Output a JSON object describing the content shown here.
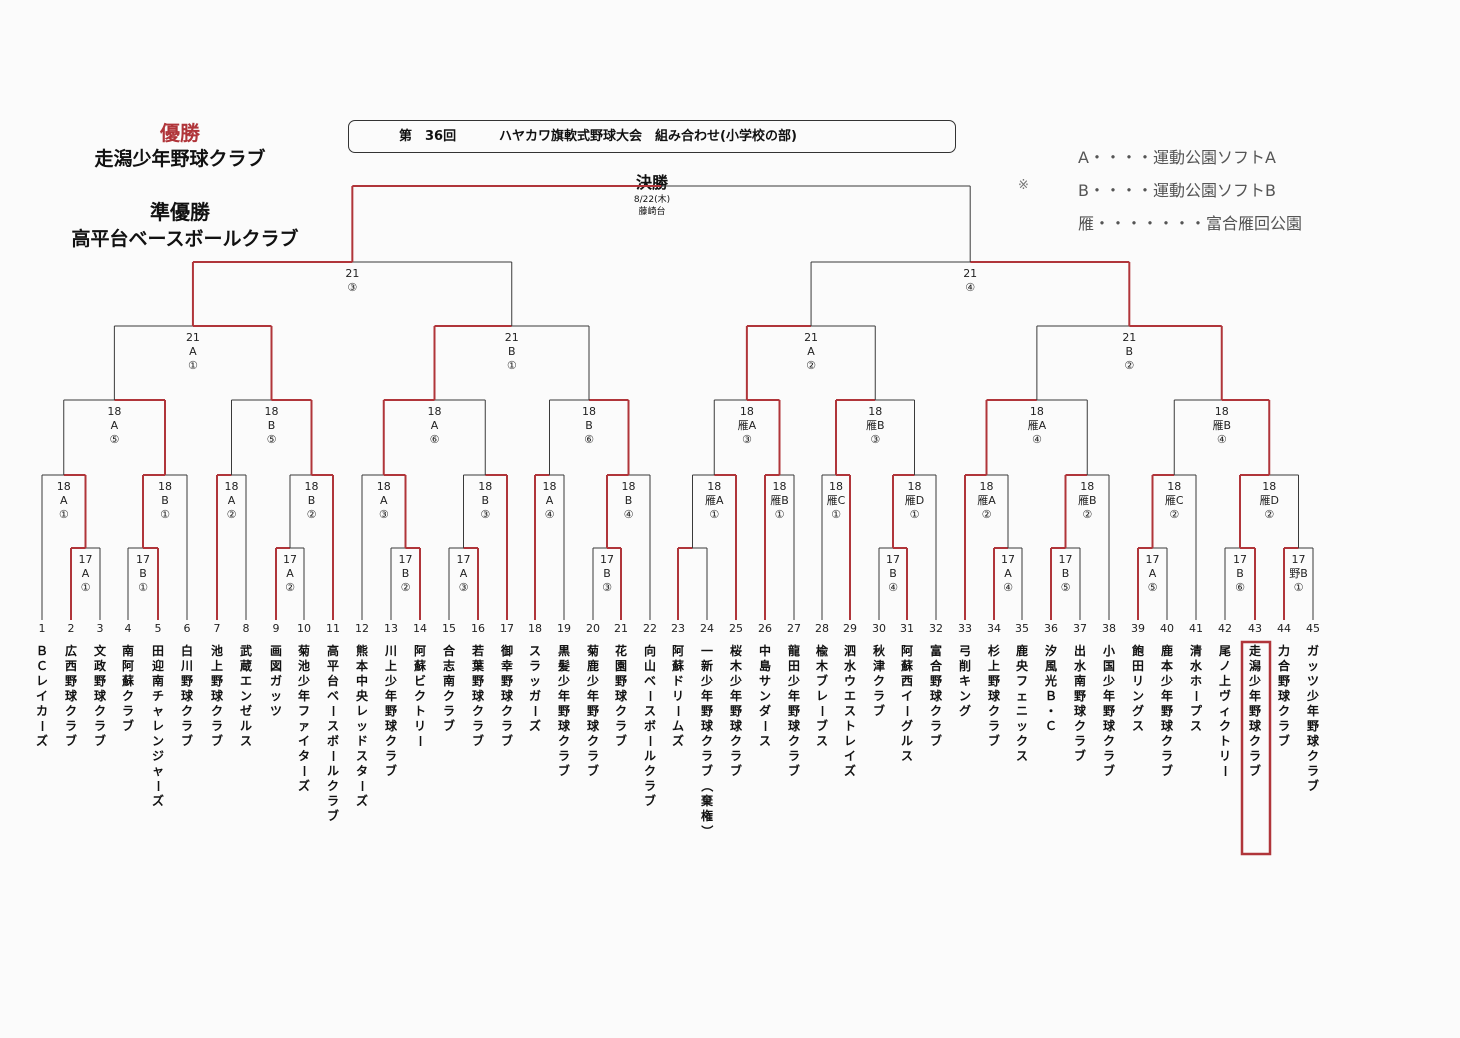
{
  "title": {
    "edition": "第　36回",
    "text": "ハヤカワ旗軟式野球大会　組み合わせ(小学校の部)"
  },
  "results": {
    "champion_label": "優勝",
    "champion": "走潟少年野球クラブ",
    "runner_up_label": "準優勝",
    "runner_up": "高平台ベースボールクラブ"
  },
  "legend": {
    "mark": "※",
    "items": [
      "A・・・・運動公園ソフトA",
      "B・・・・運動公園ソフトB",
      "雁・・・・・・・富合雁回公園"
    ]
  },
  "final": {
    "label": "決勝",
    "date": "8/22(木)",
    "venue": "藤崎台"
  },
  "teams": [
    "ＢＣレイカーズ",
    "広西野球クラブ",
    "文政野球クラブ",
    "南阿蘇クラブ",
    "田迎南チャレンジャーズ",
    "白川野球クラブ",
    "池上野球クラブ",
    "武蔵エンゼルス",
    "画図ガッツ",
    "菊池少年ファイターズ",
    "高平台ベースボールクラブ",
    "熊本中央レッドスターズ",
    "川上少年野球クラブ",
    "阿蘇ビクトリー",
    "合志南クラブ",
    "若葉野球クラブ",
    "御幸野球クラブ",
    "スラッガーズ",
    "黒髪少年野球クラブ",
    "菊鹿少年野球クラブ",
    "花園野球クラブ",
    "向山ベースボールクラブ",
    "阿蘇ドリームズ",
    "一新少年野球クラブ（棄権）",
    "桜木少年野球クラブ",
    "中島サンダース",
    "龍田少年野球クラブ",
    "楡木ブレーブス",
    "泗水ウエストレイズ",
    "秋津クラブ",
    "阿蘇西イーグルス",
    "富合野球クラブ",
    "弓削キング",
    "杉上野球クラブ",
    "鹿央フェニックス",
    "汐風光Ｂ・Ｃ",
    "出水南野球クラブ",
    "小国少年野球クラブ",
    "飽田リングス",
    "鹿本少年野球クラブ",
    "清水ホープス",
    "尾ノ上ヴィクトリー",
    "走潟少年野球クラブ",
    "力合野球クラブ",
    "ガッツ少年野球クラブ"
  ],
  "matches": [
    {
      "id": "m01",
      "label": [
        "17",
        "A",
        "①"
      ]
    },
    {
      "id": "m02",
      "label": [
        "17",
        "B",
        "①"
      ]
    },
    {
      "id": "m03",
      "label": [
        "17",
        "A",
        "②"
      ]
    },
    {
      "id": "m04",
      "label": [
        "17",
        "B",
        "②"
      ]
    },
    {
      "id": "m05",
      "label": [
        "17",
        "A",
        "③"
      ]
    },
    {
      "id": "m06",
      "label": [
        "17",
        "B",
        "③"
      ]
    },
    {
      "id": "m07",
      "label": []
    },
    {
      "id": "m08",
      "label": [
        "17",
        "A",
        "④"
      ]
    },
    {
      "id": "m09",
      "label": [
        "17",
        "B",
        "⑤"
      ]
    },
    {
      "id": "m10",
      "label": [
        "17",
        "A",
        "⑤"
      ]
    },
    {
      "id": "m11",
      "label": [
        "17",
        "B",
        "⑥"
      ]
    },
    {
      "id": "m12",
      "label": [
        "17",
        "野B",
        "①"
      ]
    },
    {
      "id": "m13",
      "label": [
        "17",
        "B",
        "④"
      ]
    },
    {
      "id": "r01",
      "label": [
        "18",
        "A",
        "①"
      ]
    },
    {
      "id": "r02",
      "label": [
        "18",
        "B",
        "①"
      ]
    },
    {
      "id": "r03",
      "label": [
        "18",
        "A",
        "②"
      ]
    },
    {
      "id": "r04",
      "label": [
        "18",
        "B",
        "②"
      ]
    },
    {
      "id": "r05",
      "label": [
        "18",
        "A",
        "③"
      ]
    },
    {
      "id": "r06",
      "label": [
        "18",
        "B",
        "③"
      ]
    },
    {
      "id": "r07",
      "label": [
        "18",
        "A",
        "④"
      ]
    },
    {
      "id": "r08",
      "label": [
        "18",
        "B",
        "④"
      ]
    },
    {
      "id": "r09",
      "label": [
        "18",
        "雁A",
        "①"
      ]
    },
    {
      "id": "r10",
      "label": [
        "18",
        "雁B",
        "①"
      ]
    },
    {
      "id": "r11",
      "label": [
        "18",
        "雁C",
        "①"
      ]
    },
    {
      "id": "r12",
      "label": [
        "18",
        "雁D",
        "①"
      ]
    },
    {
      "id": "r13",
      "label": [
        "18",
        "雁A",
        "②"
      ]
    },
    {
      "id": "r14",
      "label": [
        "18",
        "雁B",
        "②"
      ]
    },
    {
      "id": "r15",
      "label": [
        "18",
        "雁C",
        "②"
      ]
    },
    {
      "id": "r16",
      "label": [
        "18",
        "雁D",
        "②"
      ]
    },
    {
      "id": "q01",
      "label": [
        "18",
        "A",
        "⑤"
      ]
    },
    {
      "id": "q02",
      "label": [
        "18",
        "B",
        "⑤"
      ]
    },
    {
      "id": "q03",
      "label": [
        "18",
        "A",
        "⑥"
      ]
    },
    {
      "id": "q04",
      "label": [
        "18",
        "B",
        "⑥"
      ]
    },
    {
      "id": "q05",
      "label": [
        "18",
        "雁A",
        "③"
      ]
    },
    {
      "id": "q06",
      "label": [
        "18",
        "雁B",
        "③"
      ]
    },
    {
      "id": "q07",
      "label": [
        "18",
        "雁A",
        "④"
      ]
    },
    {
      "id": "q08",
      "label": [
        "18",
        "雁B",
        "④"
      ]
    },
    {
      "id": "s01",
      "label": [
        "21",
        "A",
        "①"
      ]
    },
    {
      "id": "s02",
      "label": [
        "21",
        "B",
        "①"
      ]
    },
    {
      "id": "s03",
      "label": [
        "21",
        "A",
        "②"
      ]
    },
    {
      "id": "s04",
      "label": [
        "21",
        "B",
        "②"
      ]
    },
    {
      "id": "t01",
      "label": [
        "21",
        "③"
      ]
    },
    {
      "id": "t02",
      "label": [
        "21",
        "④"
      ]
    },
    {
      "id": "f01",
      "label": []
    }
  ],
  "colors": {
    "winner_line": "#b0353a",
    "line": "#3a3a3a",
    "accent_text": "#b0353a"
  }
}
